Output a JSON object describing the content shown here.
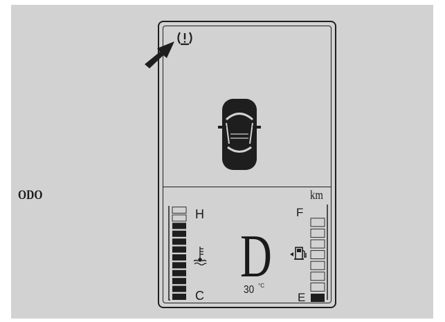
{
  "odometer": {
    "label": "ODO",
    "unit": "km"
  },
  "temperature_gauge": {
    "hot_label": "H",
    "cold_label": "C",
    "icon": "coolant-temperature-icon",
    "segments_total": 12,
    "segments_lit": 10
  },
  "fuel_gauge": {
    "full_label": "F",
    "empty_label": "E",
    "icon": "fuel-pump-icon",
    "segments_total": 8,
    "segments_lit": 1
  },
  "gear": {
    "value": "D"
  },
  "outside_temp": {
    "value": "30",
    "unit": "°C"
  },
  "warning": {
    "icon": "tire-pressure-warning-icon",
    "pointer": "arrow-pointer-icon"
  },
  "vehicle": {
    "icon": "car-top-view-icon"
  },
  "colors": {
    "background": "#d2d2d2",
    "ink": "#1e1e1e"
  }
}
